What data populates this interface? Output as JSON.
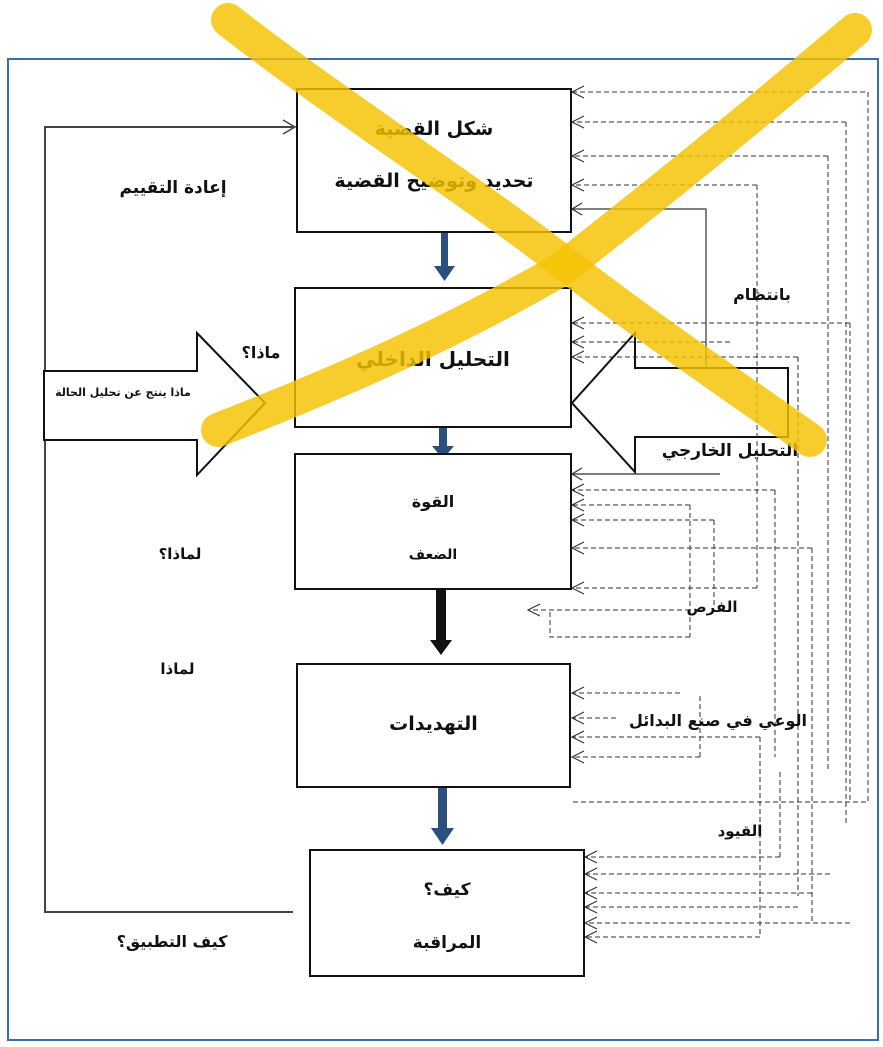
{
  "boxes": {
    "problem_form": "شكل القضية",
    "problem_define": "تحديد وتوضيح القضية",
    "internal_analysis": "التحليل الداخلي",
    "strength": "القوة",
    "weakness": "الضعف",
    "threats": "التهديدات",
    "how_q": "كيف؟",
    "monitoring": "المراقبة"
  },
  "labels": {
    "reevaluate": "إعادة التقييم",
    "what": "ماذا؟",
    "case_analysis_result": "ماذا ينتج عن تحليل الحالة",
    "why_1": "لماذا؟",
    "why_2": "لماذا",
    "how_apply": "كيف التطبيق؟",
    "regularly": "بانتظام",
    "external_analysis": "التحليل الخارجي",
    "opportunities": "الفرص",
    "alternatives_awareness": "الوعي في صنع البدائل",
    "constraints": "القيود"
  },
  "colors": {
    "frame": "#3b6ea8",
    "down_arrow": "#2b4f7e",
    "cross_mark": "#f5c200"
  }
}
